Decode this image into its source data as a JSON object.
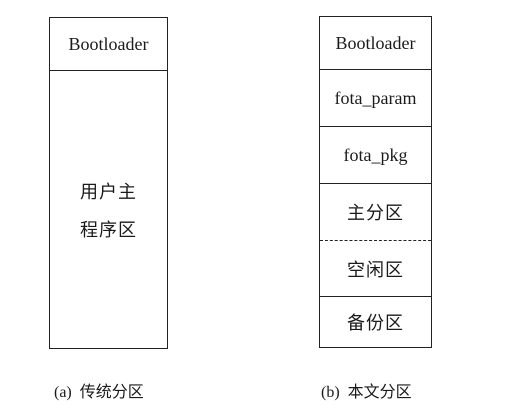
{
  "left": {
    "bootloader": "Bootloader",
    "app_line1": "用户主",
    "app_line2": "程序区",
    "caption_tag": "(a)",
    "caption_text": "传统分区"
  },
  "right": {
    "bootloader": "Bootloader",
    "fota_param": "fota_param",
    "fota_pkg": "fota_pkg",
    "main": "主分区",
    "idle": "空闲区",
    "backup": "备份区",
    "caption_tag": "(b)",
    "caption_text": "本文分区"
  }
}
